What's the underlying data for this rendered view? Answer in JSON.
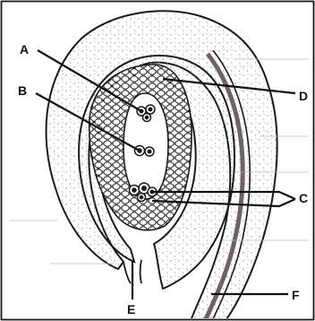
{
  "labels": {
    "A": "A",
    "B": "B",
    "C": "C",
    "D": "D",
    "E": "E",
    "F": "F"
  },
  "colors": {
    "stroke": "#1a1a1a",
    "stipple": "#8a8a8a",
    "cell": "#222222",
    "funicle_band": "#6e6363",
    "background": "#ffffff"
  }
}
